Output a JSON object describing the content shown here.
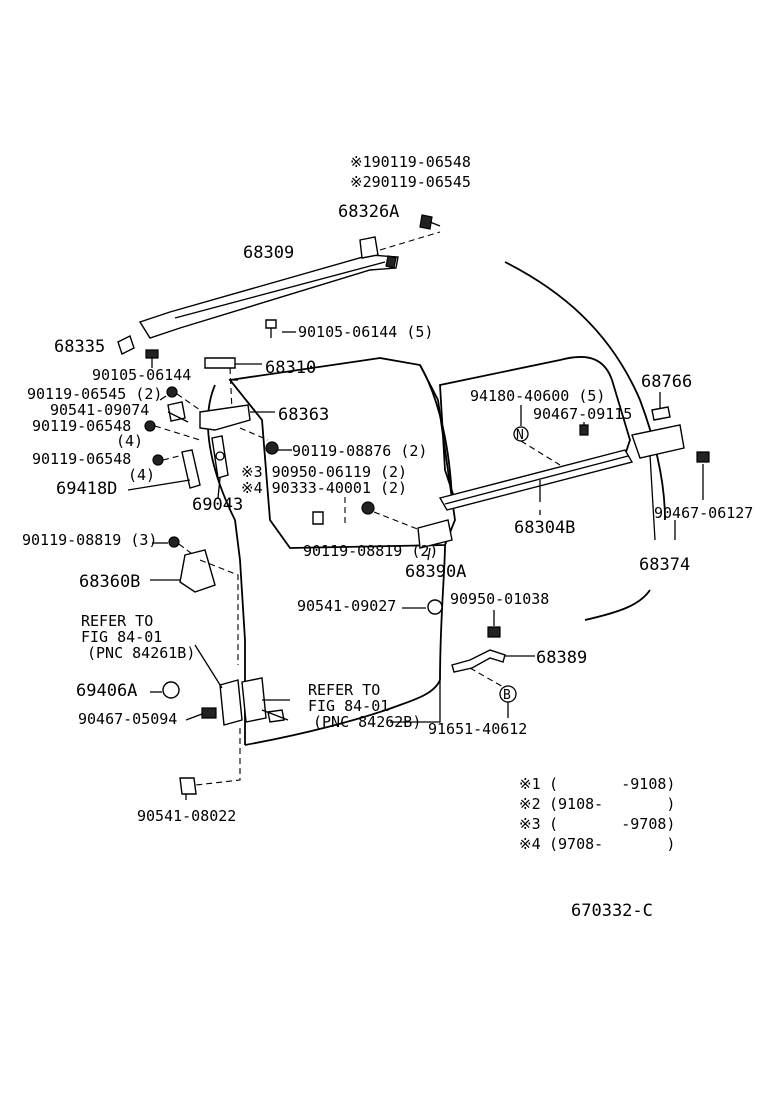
{
  "labels": {
    "p_190119_06548": "※190119-06548",
    "p_290119_06545": "※290119-06545",
    "p_68326A": "68326A",
    "p_68309": "68309",
    "p_90105_06144_5": "90105-06144 (5)",
    "p_68335": "68335",
    "p_90105_06144": "90105-06144",
    "p_68310": "68310",
    "p_90119_06545_2": "90119-06545 (2)",
    "p_90541_09074": "90541-09074",
    "p_68363": "68363",
    "p_90119_06548_a": "90119-06548",
    "p_qty4_a": "(4)",
    "p_90119_08876_2": "90119-08876 (2)",
    "p_90119_06548_b": "90119-06548",
    "p_qty4_b": "(4)",
    "p_3_90950_06119": "※3 90950-06119 (2)",
    "p_69418D": "69418D",
    "p_4_90333_40001": "※4 90333-40001 (2)",
    "p_69043": "69043",
    "p_90119_08819_3": "90119-08819 (3)",
    "p_90119_08819_2": "90119-08819 (2)",
    "p_68390A": "68390A",
    "p_68360B": "68360B",
    "p_90541_09027": "90541-09027",
    "p_90950_01038": "90950-01038",
    "p_refer1_a": "REFER TO",
    "p_refer1_b": "FIG 84-01",
    "p_refer1_c": "(PNC 84261B)",
    "p_68389": "68389",
    "p_69406A": "69406A",
    "p_refer2_a": "REFER TO",
    "p_refer2_b": "FIG 84-01",
    "p_refer2_c": "(PNC 84262B)",
    "p_90467_05094": "90467-05094",
    "p_91651_40612": "91651-40612",
    "p_90541_08022": "90541-08022",
    "p_94180_40600_5": "94180-40600 (5)",
    "p_90467_09115": "90467-09115",
    "p_68766": "68766",
    "p_68304B": "68304B",
    "p_90467_06127": "90467-06127",
    "p_68374": "68374",
    "marker_N": "N",
    "marker_B": "B"
  },
  "notes": [
    {
      "mark": "※1",
      "range": "(       -9108)"
    },
    {
      "mark": "※2",
      "range": "(9108-       )"
    },
    {
      "mark": "※3",
      "range": "(       -9708)"
    },
    {
      "mark": "※4",
      "range": "(9708-       )"
    }
  ],
  "illustration_id": "670332-C"
}
